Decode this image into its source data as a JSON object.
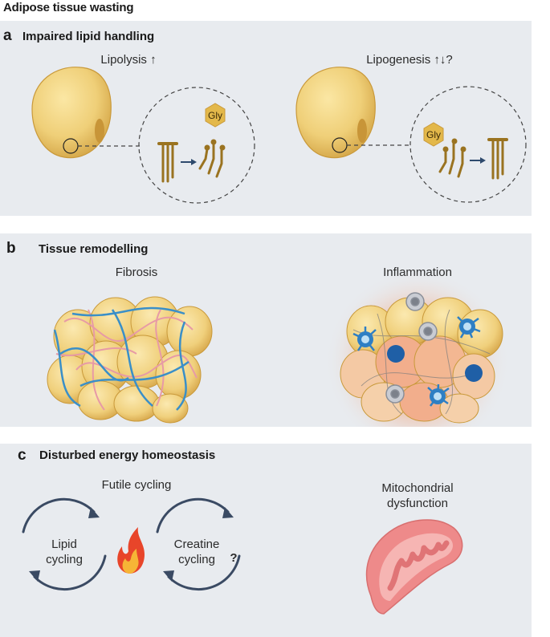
{
  "title": "Adipose tissue wasting",
  "panels": {
    "a": {
      "letter": "a",
      "title": "Impaired lipid handling",
      "left_label": "Lipolysis ↑",
      "right_label": "Lipogenesis ↑↓?",
      "gly_left": "Gly",
      "gly_right": "Gly"
    },
    "b": {
      "letter": "b",
      "title": "Tissue remodelling",
      "left_label": "Fibrosis",
      "right_label": "Inflammation"
    },
    "c": {
      "letter": "c",
      "title": "Disturbed energy homeostasis",
      "left_label": "Futile cycling",
      "right_label_line1": "Mitochondrial",
      "right_label_line2": "dysfunction",
      "cycle1_line1": "Lipid",
      "cycle1_line2": "cycling",
      "cycle2_line1": "Creatine",
      "cycle2_line2": "cycling",
      "cycle2_mark": "?"
    }
  },
  "colors": {
    "panel_bg": "#e8ebef",
    "adipocyte": "#e9c46a",
    "lipid_stroke": "#9a7320",
    "collagen_blue": "#3a8fc8",
    "collagen_pink": "#e79aa6",
    "immune_blue": "#2e7fc4",
    "cycle_arrow": "#3a4a63",
    "flame": "#e8452a",
    "mito": "#ee8a8a"
  }
}
